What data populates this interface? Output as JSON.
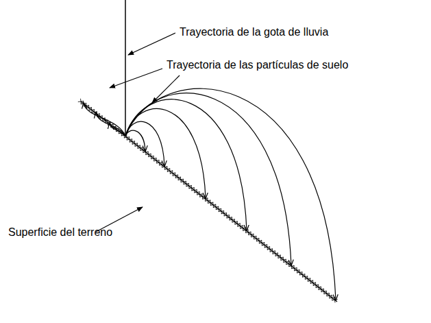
{
  "diagram": {
    "labels": [
      "Trayectoria de la gota de lluvia",
      "Trayectoria de las partículas de suelo",
      "Superficie del terreno"
    ]
  }
}
